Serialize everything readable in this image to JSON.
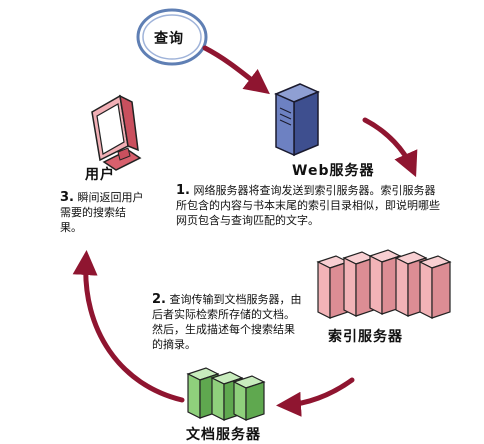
{
  "nodes": {
    "query": {
      "label": "查询"
    },
    "web_server": {
      "label": "Web服务器"
    },
    "index_servers": {
      "label": "索引服务器"
    },
    "doc_servers": {
      "label": "文档服务器"
    },
    "user": {
      "label": "用户"
    }
  },
  "steps": [
    {
      "number": "1.",
      "text": "网络服务器将查询发送到索引服务器。索引服务器所包含的内容与书本末尾的索引目录相似，即说明哪些网页包含与查询匹配的文字。"
    },
    {
      "number": "2.",
      "text": "查询传输到文档服务器，由后者实际检索所存储的文档。然后，生成描述每个搜索结果的摘录。"
    },
    {
      "number": "3.",
      "text": "瞬间返回用户需要的搜索结果。"
    }
  ],
  "colors": {
    "arrow": "#8f1530",
    "query_ring": "#5f7fb4",
    "server_blue": "#5b6fb0",
    "index_pink": "#f2b3b7",
    "doc_green": "#8fd07c",
    "monitor_red": "#e07c86"
  }
}
